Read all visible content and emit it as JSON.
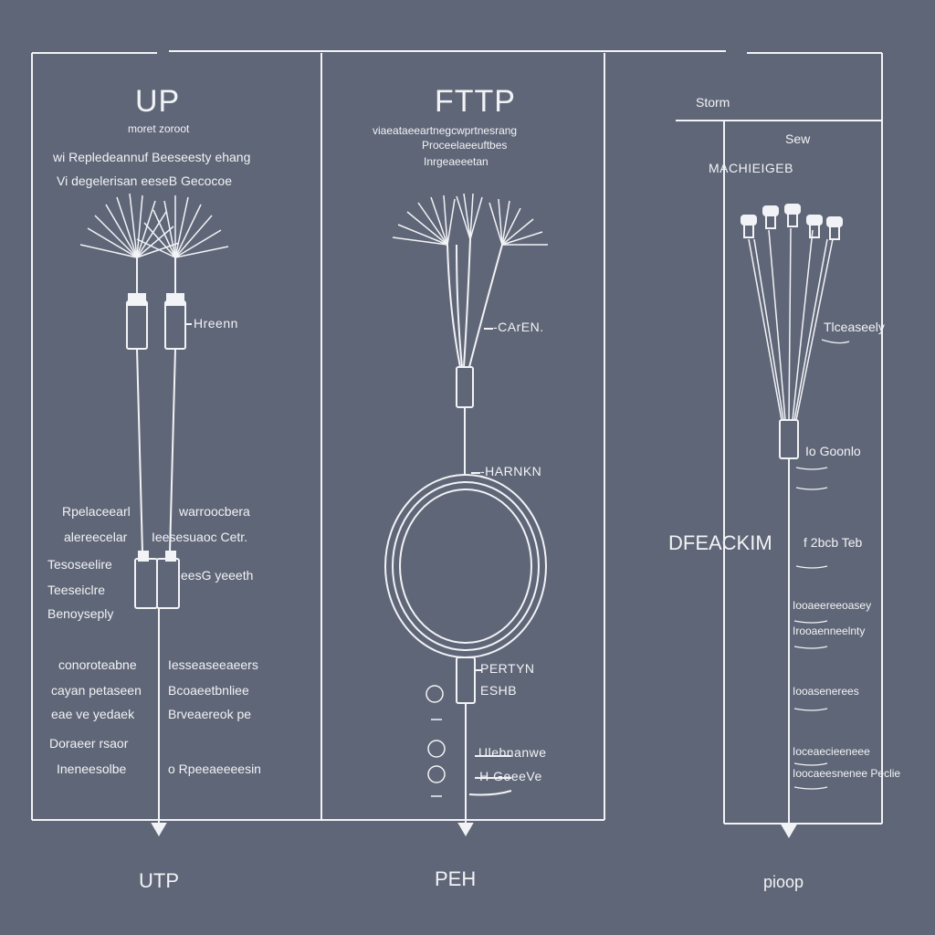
{
  "colors": {
    "background": "#5f6677",
    "line": "#f2f3f6"
  },
  "panel_left": {
    "title": "UP",
    "subtitle": "moret zoroot",
    "desc_1": "wi Repledeannuf Beeseesty ehang",
    "desc_2": "Vi degelerisan eeseB Gecocoe",
    "callout_1": "Hreenn",
    "note_a1": "Rpelaceearl",
    "note_a2": "warroocbera",
    "note_b1": "alereecelar",
    "note_b2": "Ieesesuaoc Cetr.",
    "note_c": "Tesoseelire",
    "note_d1": "Teeseiclre",
    "note_d2": "eesG yeeeth",
    "note_e": "Benoyseply",
    "list_1a": "conoroteabne",
    "list_1b": "Iesseaseeaeers",
    "list_2a": "cayan petaseen",
    "list_2b": "Bcoaeetbnliee",
    "list_3a": "eae ve yedaek",
    "list_3b": "Brveaereok pe",
    "list_4": "Doraeer rsaor",
    "list_5a": "Ineneesolbe",
    "list_5b": "o Rpeeaeeeesin",
    "footer": "UTP"
  },
  "panel_mid": {
    "title": "FTTP",
    "desc_1": "viaeataeeartnegcwprtnesrang",
    "desc_2": "Proceelaeeuftbes",
    "desc_3": "Inrgeaeeetan",
    "callout_1": "-CArEN.",
    "callout_2": "-HARNKN",
    "callout_3": "PERTYN",
    "callout_4": "ESHB",
    "callout_5": "Ulebnanwe",
    "callout_6": "-H GeeeVe",
    "footer": "PEH"
  },
  "panel_right": {
    "header": "Storm",
    "sub_1": "Sew",
    "sub_2": "MACHIEIGEB",
    "callout_1": "Tlceaseely",
    "callout_2": "Io Goonlo",
    "big_label": "DFEACKIM",
    "big_side": "f 2bcb Teb",
    "row_1": "Iooaeereeoasey",
    "row_2": "Irooaenneelnty",
    "row_3": "Iooasenerees",
    "row_4": "Ioceaecieeneee",
    "row_5": "Ioocaeesnenee Peclie",
    "footer": "pioop"
  }
}
